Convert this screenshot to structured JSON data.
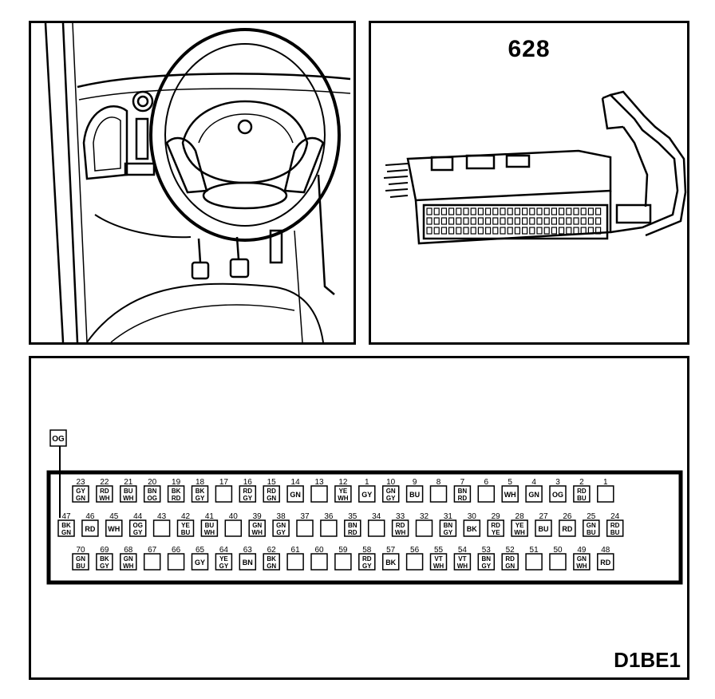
{
  "part_number": "628",
  "diagram_code": "D1BE1",
  "external_wire": "OG",
  "pin_rows": [
    [
      {
        "pin": "23",
        "colors": [
          "GY",
          "GN"
        ]
      },
      {
        "pin": "22",
        "colors": [
          "RD",
          "WH"
        ]
      },
      {
        "pin": "21",
        "colors": [
          "BU",
          "WH"
        ]
      },
      {
        "pin": "20",
        "colors": [
          "BN",
          "OG"
        ]
      },
      {
        "pin": "19",
        "colors": [
          "BK",
          "RD"
        ]
      },
      {
        "pin": "18",
        "colors": [
          "BK",
          "GY"
        ]
      },
      {
        "pin": "17",
        "colors": []
      },
      {
        "pin": "16",
        "colors": [
          "RD",
          "GY"
        ]
      },
      {
        "pin": "15",
        "colors": [
          "RD",
          "GN"
        ]
      },
      {
        "pin": "14",
        "colors": [
          "GN"
        ]
      },
      {
        "pin": "13",
        "colors": []
      },
      {
        "pin": "12",
        "colors": [
          "YE",
          "WH"
        ]
      },
      {
        "pin": "1",
        "colors": [
          "GY"
        ]
      },
      {
        "pin": "10",
        "colors": [
          "GN",
          "GY"
        ]
      },
      {
        "pin": "9",
        "colors": [
          "BU"
        ]
      },
      {
        "pin": "8",
        "colors": []
      },
      {
        "pin": "7",
        "colors": [
          "BN",
          "RD"
        ]
      },
      {
        "pin": "6",
        "colors": []
      },
      {
        "pin": "5",
        "colors": [
          "WH"
        ]
      },
      {
        "pin": "4",
        "colors": [
          "GN"
        ]
      },
      {
        "pin": "3",
        "colors": [
          "OG"
        ]
      },
      {
        "pin": "2",
        "colors": [
          "RD",
          "BU"
        ]
      },
      {
        "pin": "1",
        "colors": []
      }
    ],
    [
      {
        "pin": "47",
        "colors": [
          "BK",
          "GN"
        ]
      },
      {
        "pin": "46",
        "colors": [
          "RD"
        ]
      },
      {
        "pin": "45",
        "colors": [
          "WH"
        ]
      },
      {
        "pin": "44",
        "colors": [
          "OG",
          "GY"
        ]
      },
      {
        "pin": "43",
        "colors": []
      },
      {
        "pin": "42",
        "colors": [
          "YE",
          "BU"
        ]
      },
      {
        "pin": "41",
        "colors": [
          "BU",
          "WH"
        ]
      },
      {
        "pin": "40",
        "colors": []
      },
      {
        "pin": "39",
        "colors": [
          "GN",
          "WH"
        ]
      },
      {
        "pin": "38",
        "colors": [
          "GN",
          "GY"
        ]
      },
      {
        "pin": "37",
        "colors": []
      },
      {
        "pin": "36",
        "colors": []
      },
      {
        "pin": "35",
        "colors": [
          "BN",
          "RD"
        ]
      },
      {
        "pin": "34",
        "colors": []
      },
      {
        "pin": "33",
        "colors": [
          "RD",
          "WH"
        ]
      },
      {
        "pin": "32",
        "colors": []
      },
      {
        "pin": "31",
        "colors": [
          "BN",
          "GY"
        ]
      },
      {
        "pin": "30",
        "colors": [
          "BK"
        ]
      },
      {
        "pin": "29",
        "colors": [
          "RD",
          "YE"
        ]
      },
      {
        "pin": "28",
        "colors": [
          "YE",
          "WH"
        ]
      },
      {
        "pin": "27",
        "colors": [
          "BU"
        ]
      },
      {
        "pin": "26",
        "colors": [
          "RD"
        ]
      },
      {
        "pin": "25",
        "colors": [
          "GN",
          "BU"
        ]
      },
      {
        "pin": "24",
        "colors": [
          "RD",
          "BU"
        ]
      }
    ],
    [
      {
        "pin": "70",
        "colors": [
          "GN",
          "BU"
        ]
      },
      {
        "pin": "69",
        "colors": [
          "BK",
          "GY"
        ]
      },
      {
        "pin": "68",
        "colors": [
          "GN",
          "WH"
        ]
      },
      {
        "pin": "67",
        "colors": []
      },
      {
        "pin": "66",
        "colors": []
      },
      {
        "pin": "65",
        "colors": [
          "GY"
        ]
      },
      {
        "pin": "64",
        "colors": [
          "YE",
          "GY"
        ]
      },
      {
        "pin": "63",
        "colors": [
          "BN"
        ]
      },
      {
        "pin": "62",
        "colors": [
          "BK",
          "GN"
        ]
      },
      {
        "pin": "61",
        "colors": []
      },
      {
        "pin": "60",
        "colors": []
      },
      {
        "pin": "59",
        "colors": []
      },
      {
        "pin": "58",
        "colors": [
          "RD",
          "GY"
        ]
      },
      {
        "pin": "57",
        "colors": [
          "BK"
        ]
      },
      {
        "pin": "56",
        "colors": []
      },
      {
        "pin": "55",
        "colors": [
          "VT",
          "WH"
        ]
      },
      {
        "pin": "54",
        "colors": [
          "VT",
          "WH"
        ]
      },
      {
        "pin": "53",
        "colors": [
          "BN",
          "GY"
        ]
      },
      {
        "pin": "52",
        "colors": [
          "RD",
          "GN"
        ]
      },
      {
        "pin": "51",
        "colors": []
      },
      {
        "pin": "50",
        "colors": []
      },
      {
        "pin": "49",
        "colors": [
          "GN",
          "WH"
        ]
      },
      {
        "pin": "48",
        "colors": [
          "RD"
        ]
      }
    ]
  ]
}
